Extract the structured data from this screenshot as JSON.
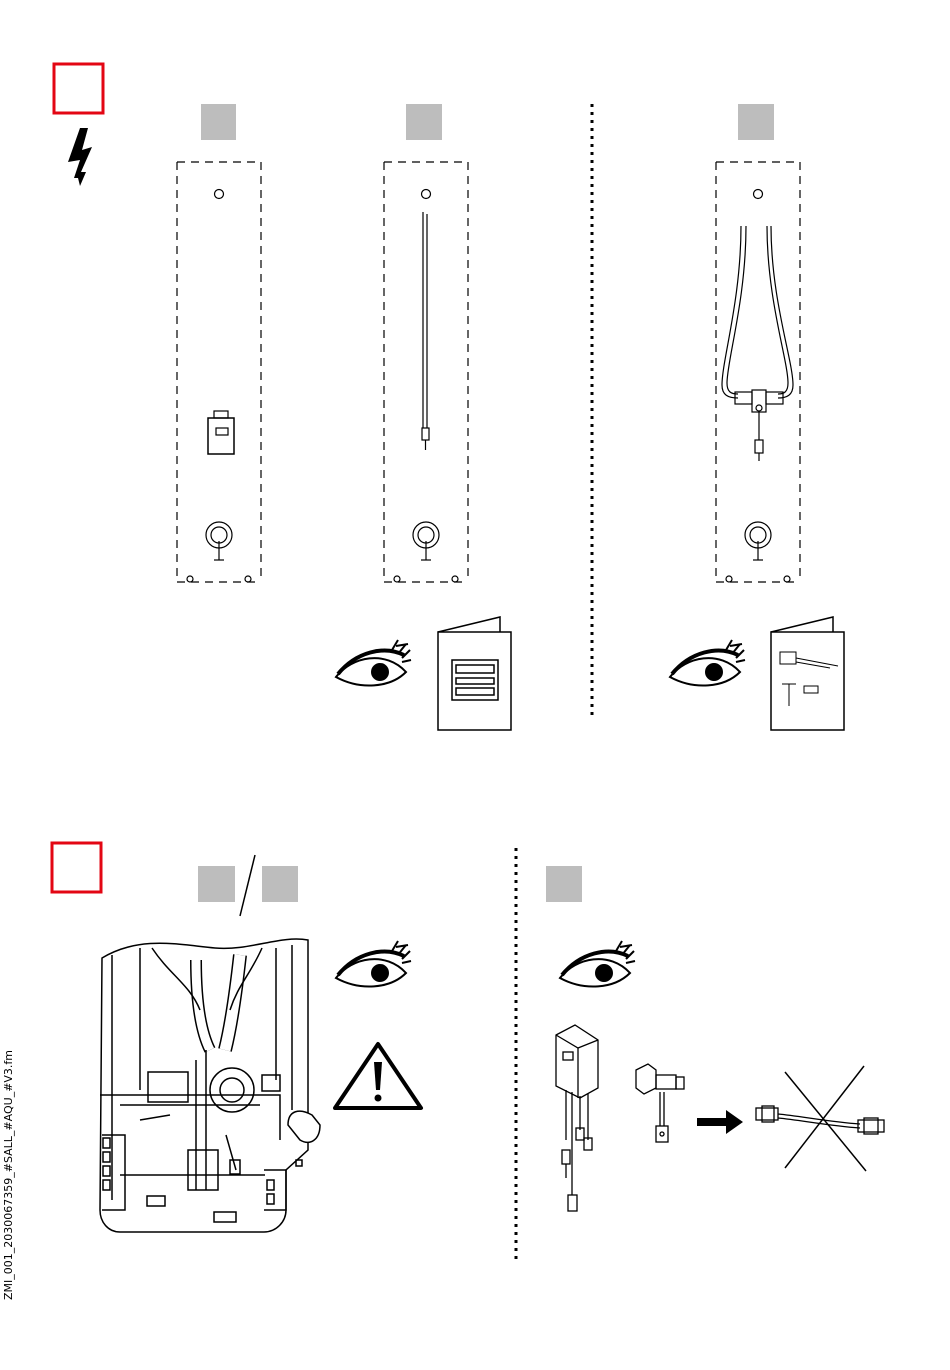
{
  "document": {
    "footer_file_label": "ZMI_001_2030067359_#SALL_#AQU_#V3.fm"
  },
  "colors": {
    "step_box_border": "#e30613",
    "variant_box_fill": "#bdbdbd",
    "line": "#000000"
  },
  "icons": [
    "lightning-warning-icon",
    "eye-icon",
    "manual-booklet-icon",
    "warning-triangle-icon",
    "arrow-right-icon",
    "cross-out-icon"
  ],
  "step1": {
    "variants": [
      {
        "id": "a",
        "content": "control-box"
      },
      {
        "id": "b",
        "content": "single-cable"
      },
      {
        "id": "c",
        "content": "y-cable"
      }
    ]
  },
  "step2": {
    "left_variants": 2,
    "right_variants": 1
  }
}
